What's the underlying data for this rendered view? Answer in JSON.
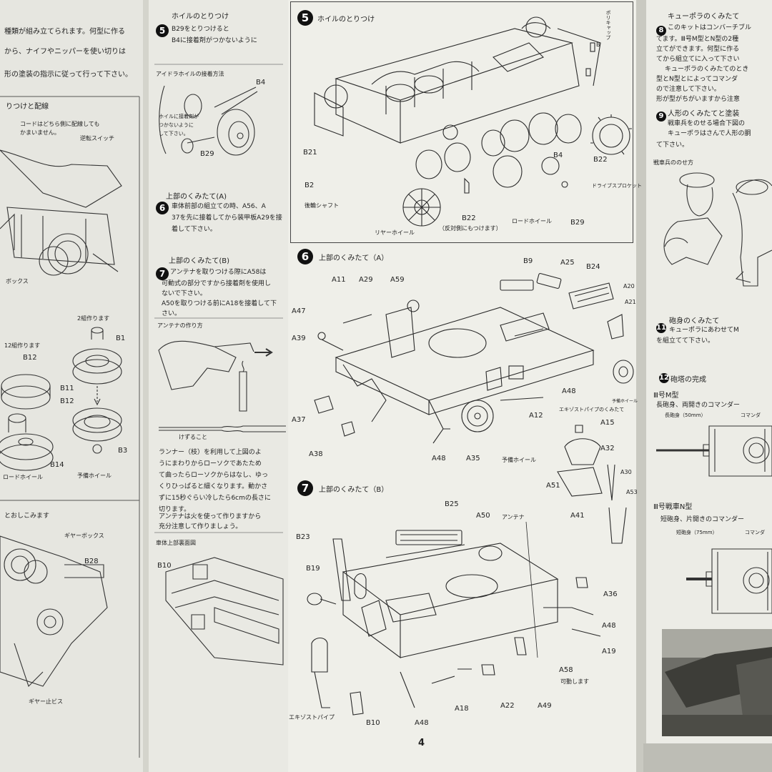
{
  "page_number": "4",
  "left": {
    "intro_lines": [
      "種類が組み立てられます。何型に作る",
      "から、ナイフやニッパーを使い切りは",
      "形の塗装の指示に従って行って下さい。"
    ],
    "sec_wiring": "りつけと配線",
    "wiring_note": [
      "コードはどちら側に配線しても",
      "かまいません。"
    ],
    "reverse_switch": "逆転スイッチ",
    "gearbox_small": "ボックス",
    "make_two": "2組作ります",
    "make_twelve": "12組作ります",
    "parts": [
      "B12",
      "B1",
      "B11",
      "B12",
      "B14",
      "B3"
    ],
    "road_wheel": "ロードホイール",
    "spare_wheel": "予備ホイール",
    "sec_insert": "とおしこみます",
    "gearbox": "ギヤーボックス",
    "part_b28": "B28",
    "gear_screw": "ギヤー止ビス"
  },
  "middle": {
    "step5": {
      "num": "5",
      "title": "ホイルのとりつけ",
      "lines": [
        "B29をとりつけると",
        "B4に接着剤がつかないように"
      ],
      "idler_header": "アイドラホイルの接着方法",
      "b4": "B4",
      "b29": "B29",
      "note": [
        "ホイルに接着剤が",
        "つかないように",
        "して下さい。"
      ]
    },
    "step6": {
      "num": "6",
      "title": "上部のくみたて(A)",
      "lines": [
        "車体前部の組立ての時、A56、A",
        "37を先に接着してから装甲板A29を接",
        "着して下さい。"
      ]
    },
    "step7": {
      "num": "7",
      "title": "上部のくみたて(B)",
      "lines": [
        "アンテナを取りつける際にA58は",
        "可動式の部分ですから接着剤を使用し",
        "ないで下さい。",
        "A50を取りつける前にA18を接着して下",
        "さい。"
      ]
    },
    "antenna_header": "アンテナの作り方",
    "cut_label": "けずること",
    "antenna_method": [
      "ランナー（枝）を利用して上図のよ",
      "うにまわりからローソクであたため",
      "て曲ったらローソクからはなし、ゆっ",
      "くりひっぱると細くなります。動かさ",
      "ずに15秒ぐらい冷したら6cmの長さに",
      "切ります。",
      "アンテナは火を使って作りますから",
      "充分注意して作りましょう。"
    ],
    "underside_header": "車体上部裏面図",
    "part_b10": "B10"
  },
  "center": {
    "step5": {
      "num": "5",
      "title": "ホイルのとりつけ"
    },
    "step5_parts": [
      "B21",
      "B2",
      "B22",
      "B4",
      "B29",
      "B22"
    ],
    "step5_captions": {
      "rear_shaft": "後輪シャフト",
      "rear_wheel": "リヤーホイール",
      "reverse_side": "（反対側にもつけます）",
      "road_wheel": "ロードホイール",
      "drive_sprocket": "ドライブスプロケット",
      "poly_cap": "ポリキャップ",
      "poly_cap_b": "B"
    },
    "step6": {
      "num": "6",
      "title": "上部のくみたて（A）"
    },
    "step6_parts": [
      "B9",
      "A25",
      "B24",
      "A11",
      "A29",
      "A59",
      "A47",
      "A39",
      "A37",
      "A38",
      "A48",
      "A35",
      "A12",
      "A48",
      "A20",
      "A21",
      "A15",
      "A32",
      "A51",
      "A30",
      "A53",
      "A41"
    ],
    "step6_captions": {
      "spare_wheel": "予備ホイール",
      "exhaust_assembly": "エキゾストパイプのくみたて",
      "spare_wheel_right": "予備ホイール"
    },
    "step7": {
      "num": "7",
      "title": "上部のくみたて（B）"
    },
    "step7_parts": [
      "B25",
      "A50",
      "B23",
      "B19",
      "A36",
      "A48",
      "A19",
      "A58",
      "A49",
      "A22",
      "A18",
      "A48",
      "B10"
    ],
    "step7_captions": {
      "antenna": "アンテナ",
      "movable": "可動します",
      "exhaust_pipe": "エキゾストパイプ"
    }
  },
  "right": {
    "step8": {
      "num": "8",
      "title": "キューポラのくみたて",
      "lines": [
        "このキットはコンバーチブル",
        "てます。Ⅲ号M型とN型の2種",
        "立てができます。何型に作る",
        "てから組立てに入って下さい",
        "キューポラのくみたてのとき",
        "型とN型とによってコマンダ",
        "ので注意して下さい。",
        "形が型がちがいますから注意"
      ]
    },
    "step9": {
      "num": "9",
      "title": "人形のくみたてと塗装",
      "lines": [
        "戦車兵をのせる場合下図の",
        "キューポラはさんで人形の胴",
        "て下さい。"
      ]
    },
    "crew_header": "戦車兵ののせ方",
    "step11": {
      "num": "11",
      "title": "砲身のくみたて",
      "lines": [
        "キューポラにあわせてM",
        "を組立てて下さい。"
      ]
    },
    "step12": {
      "num": "12",
      "title": "砲塔の完成"
    },
    "type_m": "Ⅲ号M型",
    "type_m_desc": "長砲身、両開きのコマンダー",
    "long_barrel": "長砲身（50mm）",
    "commander_m": "コマンダ",
    "type_n": "Ⅲ号戦車N型",
    "type_n_desc": "短砲身、片開きのコマンダー",
    "short_barrel": "短砲身（75mm）",
    "commander_n": "コマンダ"
  }
}
